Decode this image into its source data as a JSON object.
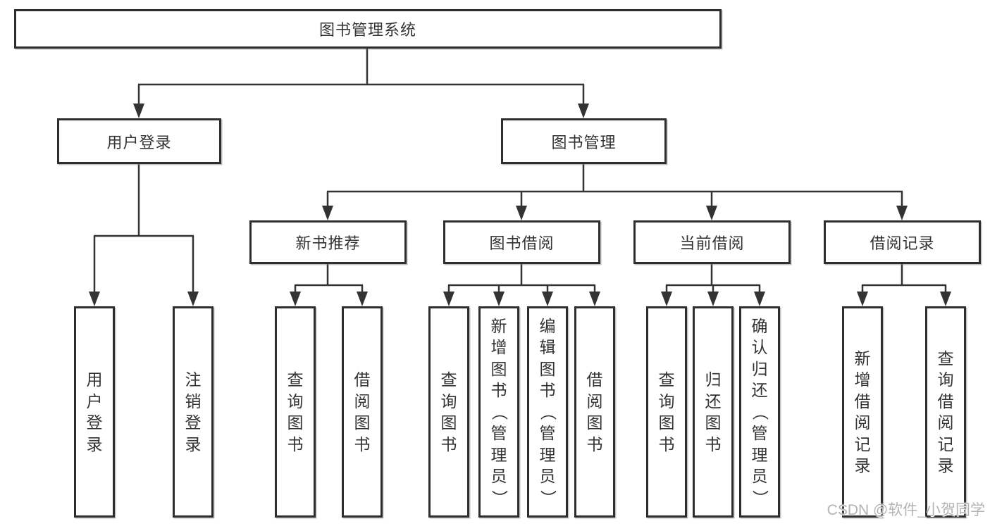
{
  "diagram": {
    "colors": {
      "background": "#ffffff",
      "line": "#333333",
      "border": "#2e2e2e",
      "text": "#333333",
      "watermark": "#b3b3b3"
    },
    "nodes": {
      "root": "图书管理系统",
      "user_login": "用户登录",
      "book_mgmt": "图书管理",
      "new_book_rec": "新书推荐",
      "book_borrow": "图书借阅",
      "current_borrow": "当前借阅",
      "borrow_record": "借阅记录",
      "leaf_user_login": "用户登录",
      "leaf_logout": "注销登录",
      "leaf_query_book_1": "查询图书",
      "leaf_borrow_book_1": "借阅图书",
      "leaf_query_book_2": "查询图书",
      "leaf_add_book": "新增图书（管理员）",
      "leaf_edit_book": "编辑图书（管理员）",
      "leaf_borrow_book_2": "借阅图书",
      "leaf_query_book_3": "查询图书",
      "leaf_return_book": "归还图书",
      "leaf_confirm_return": "确认归还（管理员）",
      "leaf_add_record": "新增借阅记录",
      "leaf_query_record": "查询借阅记录"
    },
    "hierarchy": {
      "label": "图书管理系统",
      "children": [
        {
          "label": "用户登录",
          "children": [
            {
              "label": "用户登录"
            },
            {
              "label": "注销登录"
            }
          ]
        },
        {
          "label": "图书管理",
          "children": [
            {
              "label": "新书推荐",
              "children": [
                {
                  "label": "查询图书"
                },
                {
                  "label": "借阅图书"
                }
              ]
            },
            {
              "label": "图书借阅",
              "children": [
                {
                  "label": "查询图书"
                },
                {
                  "label": "新增图书（管理员）"
                },
                {
                  "label": "编辑图书（管理员）"
                },
                {
                  "label": "借阅图书"
                }
              ]
            },
            {
              "label": "当前借阅",
              "children": [
                {
                  "label": "查询图书"
                },
                {
                  "label": "归还图书"
                },
                {
                  "label": "确认归还（管理员）"
                }
              ]
            },
            {
              "label": "借阅记录",
              "children": [
                {
                  "label": "新增借阅记录"
                },
                {
                  "label": "查询借阅记录"
                }
              ]
            }
          ]
        }
      ]
    }
  },
  "watermark": {
    "text": "CSDN @软件_小贺同学"
  }
}
